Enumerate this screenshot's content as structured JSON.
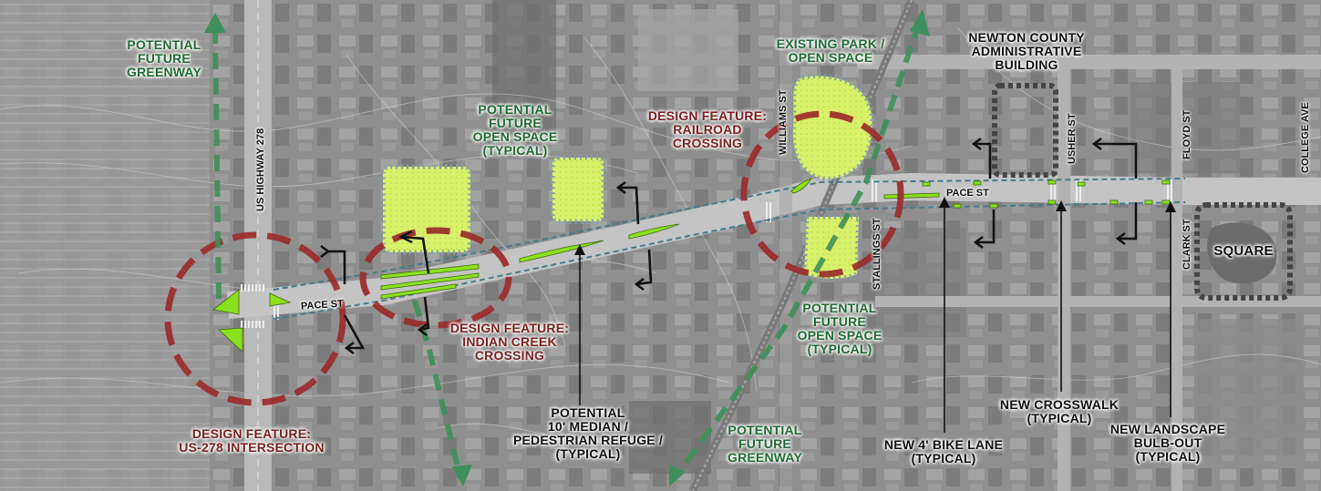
{
  "labels": {
    "greenway_top": [
      "POTENTIAL",
      "FUTURE",
      "GREENWAY"
    ],
    "greenway_bottom": [
      "POTENTIAL",
      "FUTURE",
      "GREENWAY"
    ],
    "open_space_mid": [
      "POTENTIAL",
      "FUTURE",
      "OPEN SPACE",
      "(TYPICAL)"
    ],
    "open_space_right": [
      "POTENTIAL",
      "FUTURE",
      "OPEN SPACE",
      "(TYPICAL)"
    ],
    "existing_park": [
      "EXISTING PARK /",
      "OPEN SPACE"
    ],
    "admin_building": [
      "NEWTON COUNTY",
      "ADMINISTRATIVE",
      "BUILDING"
    ],
    "railroad": [
      "DESIGN FEATURE:",
      "RAILROAD",
      "CROSSING"
    ],
    "indian_creek": [
      "DESIGN FEATURE:",
      "INDIAN CREEK",
      "CROSSING"
    ],
    "us278": [
      "DESIGN FEATURE:",
      "US-278 INTERSECTION"
    ],
    "median": [
      "POTENTIAL",
      "10' MEDIAN /",
      "PEDESTRIAN REFUGE /",
      "(TYPICAL)"
    ],
    "bike_lane": [
      "NEW 4' BIKE LANE",
      "(TYPICAL)"
    ],
    "crosswalk": [
      "NEW CROSSWALK",
      "(TYPICAL)"
    ],
    "bulb_out": [
      "NEW LANDSCAPE",
      "BULB-OUT",
      "(TYPICAL)"
    ],
    "square": "SQUARE"
  },
  "streets": {
    "us_highway": "US HIGHWAY 278",
    "pace_west": "PACE ST",
    "pace_east": "PACE ST",
    "williams": "WILLIAMS ST",
    "stallings": "STALLINGS ST",
    "usher": "USHER ST",
    "floyd": "FLOYD ST",
    "clark": "CLARK ST",
    "college": "COLLEGE AVE"
  },
  "colors": {
    "greenway": "#3f8f5a",
    "design_feature": "#9b2b2b",
    "open_space_fill": "#d8f06a",
    "bike_lane": "#8be01e",
    "pace_dash": "#4a7a8c",
    "building_outline": "#444444",
    "label_green": "#1f6b34",
    "label_red": "#7a1f1f"
  }
}
